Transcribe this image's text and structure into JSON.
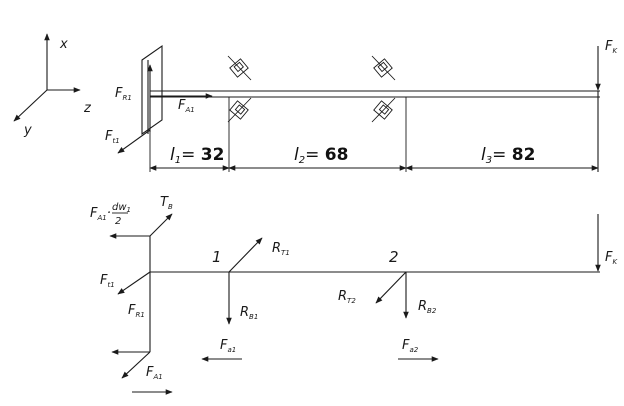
{
  "axes": {
    "x": "x",
    "y": "y",
    "z": "z"
  },
  "top_view": {
    "dimensions": [
      {
        "symbol": "l",
        "index": "1",
        "value": "32"
      },
      {
        "symbol": "l",
        "index": "2",
        "value": "68"
      },
      {
        "symbol": "l",
        "index": "3",
        "value": "82"
      }
    ],
    "forces": {
      "fr1": {
        "main": "F",
        "sub": "R1"
      },
      "fa1": {
        "main": "F",
        "sub": "A1"
      },
      "ft1": {
        "main": "F",
        "sub": "t1"
      },
      "fk": {
        "main": "F",
        "sub": "K"
      }
    }
  },
  "bottom_view": {
    "moment_term": {
      "force": "F",
      "force_sub": "A1",
      "dot": "·",
      "num": "dw",
      "num_sub": "1",
      "den": "2"
    },
    "torque": {
      "main": "T",
      "sub": "B"
    },
    "supports": [
      "1",
      "2"
    ],
    "forces": {
      "rt1": {
        "main": "R",
        "sub": "T1"
      },
      "rt2": {
        "main": "R",
        "sub": "T2"
      },
      "rb1": {
        "main": "R",
        "sub": "B1"
      },
      "rb2": {
        "main": "R",
        "sub": "B2"
      },
      "fa1_small": {
        "main": "F",
        "sub": "a1"
      },
      "fa2_small": {
        "main": "F",
        "sub": "a2"
      },
      "ft1": {
        "main": "F",
        "sub": "t1"
      },
      "fr1": {
        "main": "F",
        "sub": "R1"
      },
      "fa1": {
        "main": "F",
        "sub": "A1"
      },
      "fk": {
        "main": "F",
        "sub": "K"
      }
    }
  }
}
